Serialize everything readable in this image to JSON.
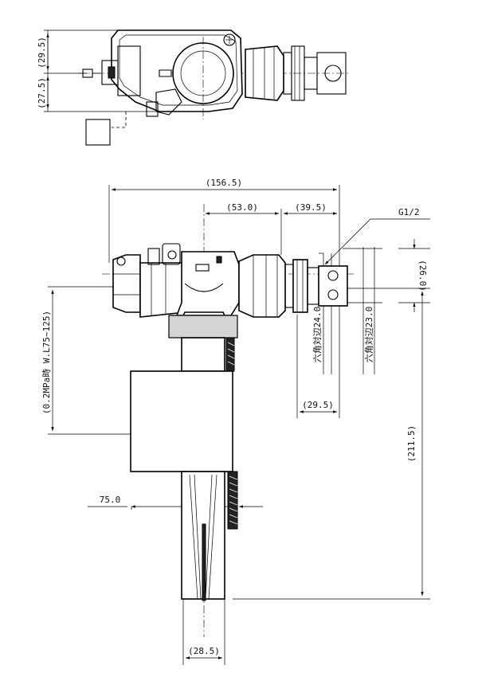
{
  "dimensions": {
    "top_upper": "(29.5)",
    "top_lower": "(27.5)",
    "overall_width": "(156.5)",
    "center_to_nut": "(53.0)",
    "nut_to_end": "(39.5)",
    "thread": "G1/2",
    "thread_height": "(26.0)",
    "hex_24": "六角対辺24.0",
    "hex_23": "六角対辺23.0",
    "nut_length": "(29.5)",
    "pressure_note": "(0.2MPa時 W.L75~125)",
    "total_height": "(211.5)",
    "float_offset": "75.0",
    "tube_dia": "(28.5)"
  }
}
